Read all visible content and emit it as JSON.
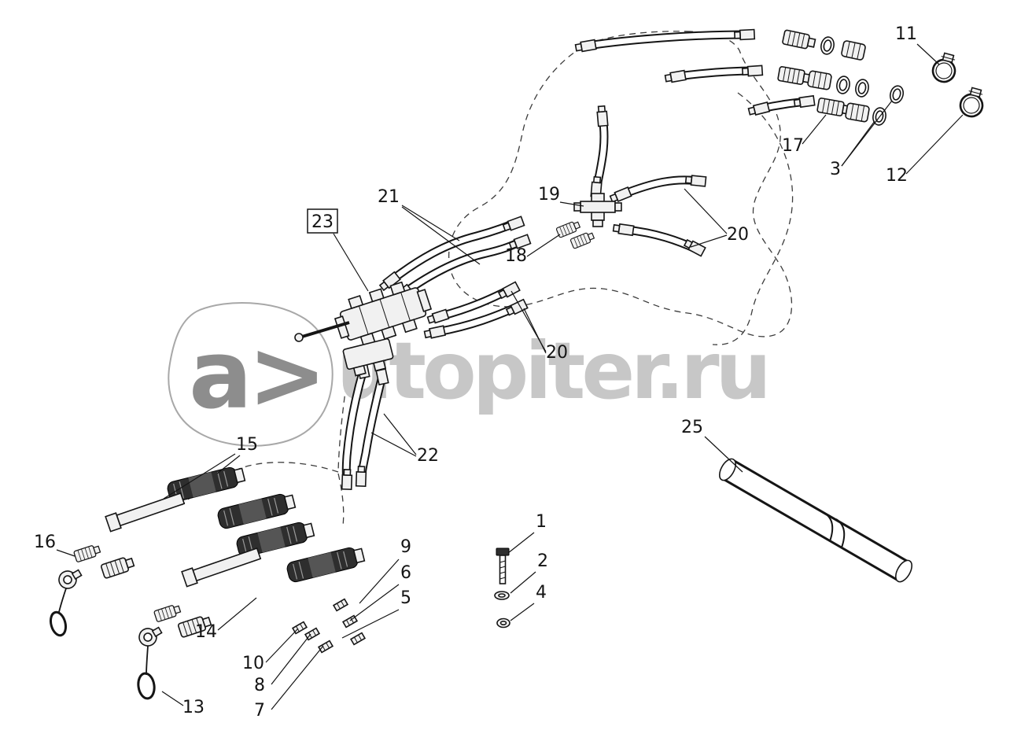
{
  "watermark": {
    "logo": "a>",
    "site": "utopiter.ru"
  },
  "colors": {
    "watermark_text": "#c7c7c7",
    "watermark_logo": "#8d8d8d",
    "line": "#151515"
  },
  "callouts": [
    "11",
    "17",
    "3",
    "12",
    "21",
    "23",
    "19",
    "18",
    "20",
    "20",
    "25",
    "22",
    "15",
    "16",
    "14",
    "13",
    "1",
    "2",
    "4",
    "9",
    "6",
    "5",
    "10",
    "8",
    "7"
  ]
}
